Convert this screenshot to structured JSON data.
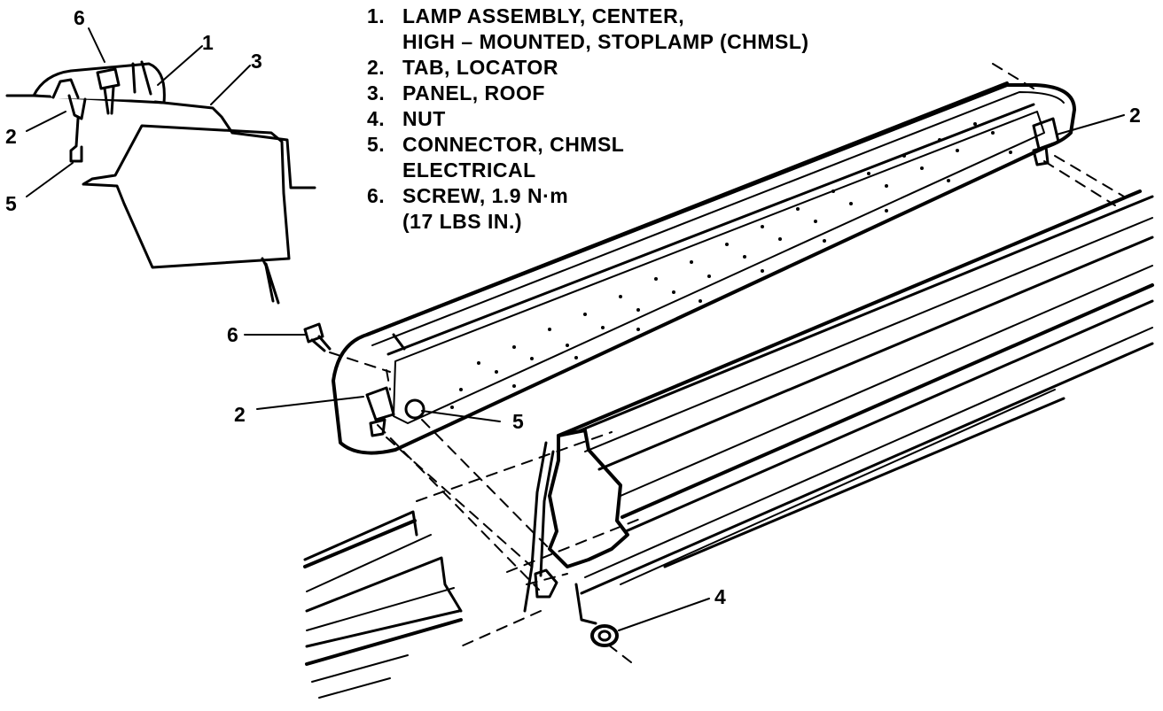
{
  "legend": [
    {
      "num": "1.",
      "lines": [
        "LAMP ASSEMBLY, CENTER,",
        "HIGH – MOUNTED, STOPLAMP (CHMSL)"
      ]
    },
    {
      "num": "2.",
      "lines": [
        "TAB, LOCATOR"
      ]
    },
    {
      "num": "3.",
      "lines": [
        "PANEL, ROOF"
      ]
    },
    {
      "num": "4.",
      "lines": [
        "NUT"
      ]
    },
    {
      "num": "5.",
      "lines": [
        "CONNECTOR, CHMSL",
        "ELECTRICAL"
      ]
    },
    {
      "num": "6.",
      "lines": [
        "SCREW, 1.9 N·m",
        "(17 LBS IN.)"
      ]
    }
  ],
  "callouts": {
    "inset_screw": "6",
    "inset_lamp": "1",
    "inset_roof": "3",
    "inset_tab": "2",
    "inset_connector": "5",
    "main_tab_right": "2",
    "main_screw": "6",
    "main_tab_left": "2",
    "main_connector": "5",
    "main_nut": "4"
  }
}
